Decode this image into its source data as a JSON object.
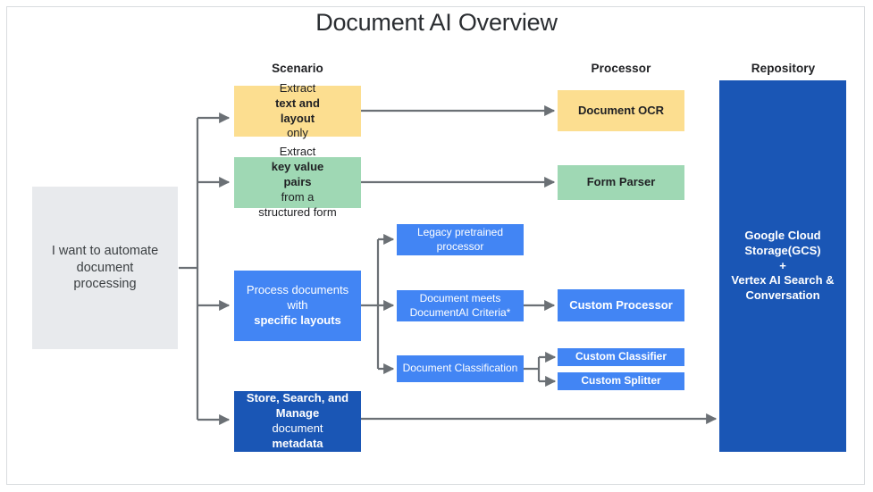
{
  "title": "Document AI Overview",
  "columns": {
    "scenario": "Scenario",
    "processor": "Processor",
    "repository": "Repository"
  },
  "colors": {
    "gray": "#e8eaed",
    "yellow": "#fcde90",
    "green": "#9fd8b4",
    "blue": "#4285f4",
    "dark_blue": "#1a56b5",
    "connector": "#6b7075",
    "title_text": "#2a2d31"
  },
  "entry": {
    "label_line1": "I want to automate",
    "label_line2": "document",
    "label_line3": "processing"
  },
  "scenarios": [
    {
      "id": "extract-text-layout",
      "color": "yellow",
      "line1_pre": "Extract ",
      "line1_bold": "text and",
      "line2_bold": "layout",
      "line2_post": " only"
    },
    {
      "id": "extract-key-value",
      "color": "green",
      "line1_pre": "Extract ",
      "line1_bold": "key value",
      "line2_bold": "pairs",
      "line2_post": " from a",
      "line3": "structured form"
    },
    {
      "id": "process-specific-layouts",
      "color": "blue",
      "line1": "Process documents",
      "line2_pre": "with ",
      "line2_bold": "specific layouts"
    },
    {
      "id": "store-search-manage",
      "color": "dark_blue",
      "line1_bold": "Store, Search, and",
      "line2_bold": "Manage",
      "line2_post": " document",
      "line3_bold": "metadata"
    }
  ],
  "middle_nodes": [
    {
      "id": "legacy-pretrained-processor",
      "line1": "Legacy pretrained",
      "line2": "processor"
    },
    {
      "id": "document-meets-criteria",
      "line1": "Document meets",
      "line2": "DocumentAI Criteria*"
    },
    {
      "id": "document-classification",
      "line1": "Document Classification"
    }
  ],
  "processors": [
    {
      "id": "document-ocr",
      "label": "Document OCR",
      "color": "yellow"
    },
    {
      "id": "form-parser",
      "label": "Form Parser",
      "color": "green"
    },
    {
      "id": "custom-processor",
      "label": "Custom Processor",
      "color": "blue"
    },
    {
      "id": "custom-classifier",
      "label": "Custom Classifier",
      "color": "blue"
    },
    {
      "id": "custom-splitter",
      "label": "Custom Splitter",
      "color": "blue"
    }
  ],
  "repository": {
    "line1": "Google Cloud",
    "line2": "Storage(GCS)",
    "line3": "+",
    "line4": "Vertex AI Search &",
    "line5": "Conversation"
  }
}
